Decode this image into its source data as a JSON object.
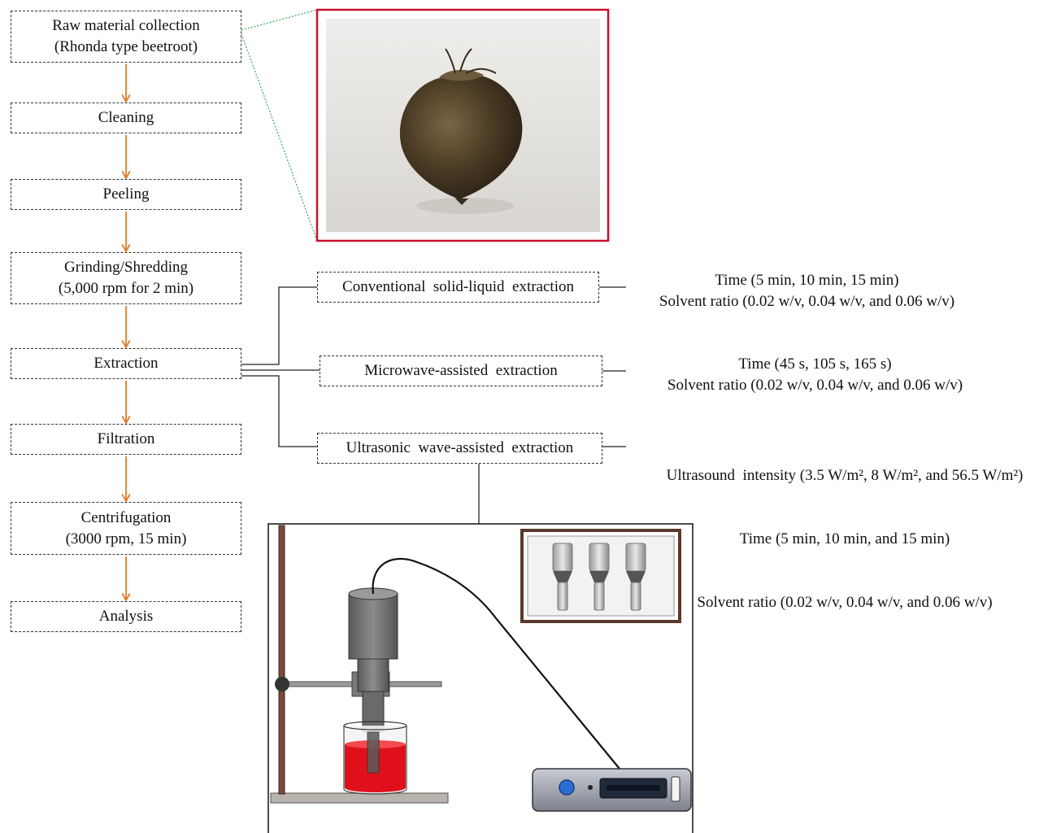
{
  "flow": {
    "raw": [
      "Raw material collection",
      "(Rhonda type beetroot)"
    ],
    "cleaning": "Cleaning",
    "peeling": "Peeling",
    "grinding": [
      "Grinding/Shredding",
      "(5,000 rpm for 2 min)"
    ],
    "extraction": "Extraction",
    "filtration": "Filtration",
    "centrifugation": [
      "Centrifugation",
      "(3000 rpm, 15 min)"
    ],
    "analysis": "Analysis"
  },
  "methods": {
    "conventional": {
      "label": "Conventional  solid-liquid  extraction",
      "params": [
        "Time (5 min, 10 min, 15 min)",
        "Solvent ratio (0.02 w/v, 0.04 w/v, and 0.06 w/v)"
      ]
    },
    "microwave": {
      "label": "Microwave-assisted  extraction",
      "params": [
        "Time (45 s, 105 s, 165 s)",
        "Solvent ratio (0.02 w/v, 0.04 w/v, and 0.06 w/v)"
      ]
    },
    "ultrasonic": {
      "label": "Ultrasonic  wave-assisted  extraction",
      "params": [
        "Ultrasound  intensity (3.5 W/m², 8 W/m², and 56.5 W/m²)",
        "Time (5 min, 10 min, and 15 min)",
        "Solvent ratio (0.02 w/v, 0.04 w/v, and 0.06 w/v)"
      ]
    }
  },
  "colors": {
    "arrow": "#e07b28",
    "photo_frame": "#c8102e",
    "zoom_lines": "#3aa655",
    "liquid": "#e0101a"
  },
  "icons": {
    "beetroot_photo": "beetroot-photo",
    "ultrasonic_setup": "ultrasonic-setup-illustration",
    "probe_tips": "probe-tips-photo",
    "generator": "ultrasonic-generator-icon"
  }
}
